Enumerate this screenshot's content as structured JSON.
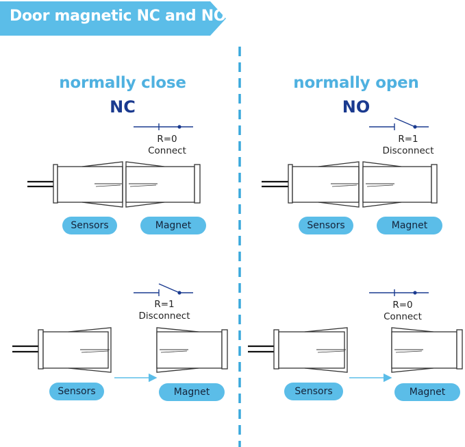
{
  "banner": {
    "title": "Door magnetic NC and NO"
  },
  "columns": [
    {
      "mode": "normally close",
      "abbr": "NC",
      "closed_state": {
        "resistance": "R=0",
        "status": "Connect"
      },
      "open_state": {
        "resistance": "R=1",
        "status": "Disconnect"
      },
      "labels": {
        "sensor": "Sensors",
        "magnet": "Magnet"
      }
    },
    {
      "mode": "normally open",
      "abbr": "NO",
      "closed_state": {
        "resistance": "R=1",
        "status": "Disconnect"
      },
      "open_state": {
        "resistance": "R=0",
        "status": "Connect"
      },
      "labels": {
        "sensor": "Sensors",
        "magnet": "Magnet"
      }
    }
  ],
  "colors": {
    "banner": "#5bbde8",
    "accent_light": "#4fb1e0",
    "accent_dark": "#1a3a8f",
    "divider": "#3aa8dc",
    "switch": "#1a3a8f",
    "pill": "#5bbde8"
  }
}
